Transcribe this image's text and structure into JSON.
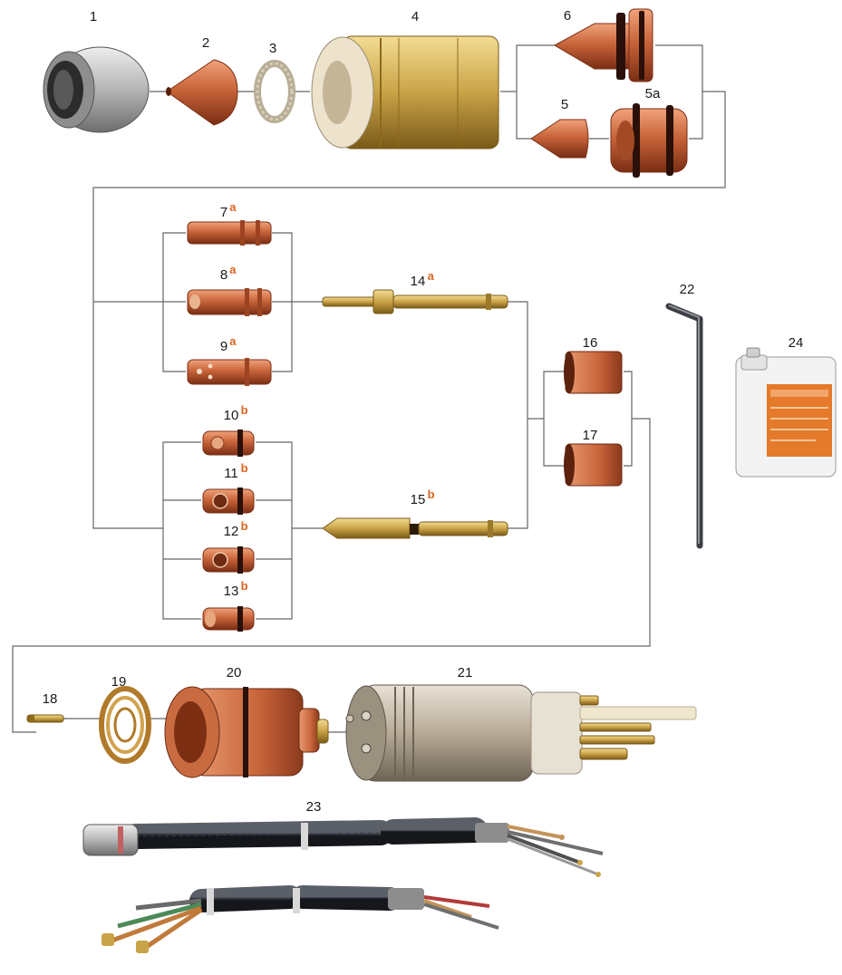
{
  "parts": [
    {
      "id": "p1",
      "label": "1",
      "sup": ""
    },
    {
      "id": "p2",
      "label": "2",
      "sup": ""
    },
    {
      "id": "p3",
      "label": "3",
      "sup": ""
    },
    {
      "id": "p4",
      "label": "4",
      "sup": ""
    },
    {
      "id": "p6",
      "label": "6",
      "sup": ""
    },
    {
      "id": "p5",
      "label": "5",
      "sup": ""
    },
    {
      "id": "p5a",
      "label": "5a",
      "sup": ""
    },
    {
      "id": "p7",
      "label": "7",
      "sup": "a"
    },
    {
      "id": "p8",
      "label": "8",
      "sup": "a"
    },
    {
      "id": "p9",
      "label": "9",
      "sup": "a"
    },
    {
      "id": "p10",
      "label": "10",
      "sup": "b"
    },
    {
      "id": "p11",
      "label": "11",
      "sup": "b"
    },
    {
      "id": "p12",
      "label": "12",
      "sup": "b"
    },
    {
      "id": "p13",
      "label": "13",
      "sup": "b"
    },
    {
      "id": "p14",
      "label": "14",
      "sup": "a"
    },
    {
      "id": "p15",
      "label": "15",
      "sup": "b"
    },
    {
      "id": "p16",
      "label": "16",
      "sup": ""
    },
    {
      "id": "p17",
      "label": "17",
      "sup": ""
    },
    {
      "id": "p18",
      "label": "18",
      "sup": ""
    },
    {
      "id": "p19",
      "label": "19",
      "sup": ""
    },
    {
      "id": "p20",
      "label": "20",
      "sup": ""
    },
    {
      "id": "p21",
      "label": "21",
      "sup": ""
    },
    {
      "id": "p22",
      "label": "22",
      "sup": ""
    },
    {
      "id": "p23",
      "label": "23",
      "sup": ""
    },
    {
      "id": "p24",
      "label": "24",
      "sup": ""
    }
  ],
  "colors": {
    "copper": "#c8643a",
    "copper_dark": "#8a3a1c",
    "brass": "#c9a347",
    "steel": "#b4b4b4",
    "accent": "#d9651f",
    "line": "#666666"
  }
}
